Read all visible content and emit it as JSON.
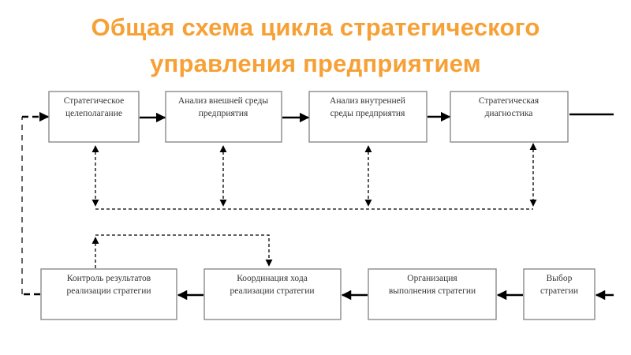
{
  "title": {
    "line1": "Общая схема цикла стратегического",
    "line2": "управления предприятием"
  },
  "colors": {
    "title": "#f7a035",
    "box_border": "#8a8a8a",
    "arrow": "#000000"
  },
  "top_row": [
    {
      "line1": "Стратегическое",
      "line2": "целеполагание"
    },
    {
      "line1": "Анализ внешней среды",
      "line2": "предприятия"
    },
    {
      "line1": "Анализ внутренней",
      "line2": "среды предприятия"
    },
    {
      "line1": "Стратегическая",
      "line2": "диагностика"
    }
  ],
  "bottom_row": [
    {
      "line1": "Контроль результатов",
      "line2": "реализации стратегии"
    },
    {
      "line1": "Координация хода",
      "line2": "реализации стратегии"
    },
    {
      "line1": "Организация",
      "line2": "выполнения стратегии"
    },
    {
      "line1": "Выбор",
      "line2": "стратегии"
    }
  ]
}
